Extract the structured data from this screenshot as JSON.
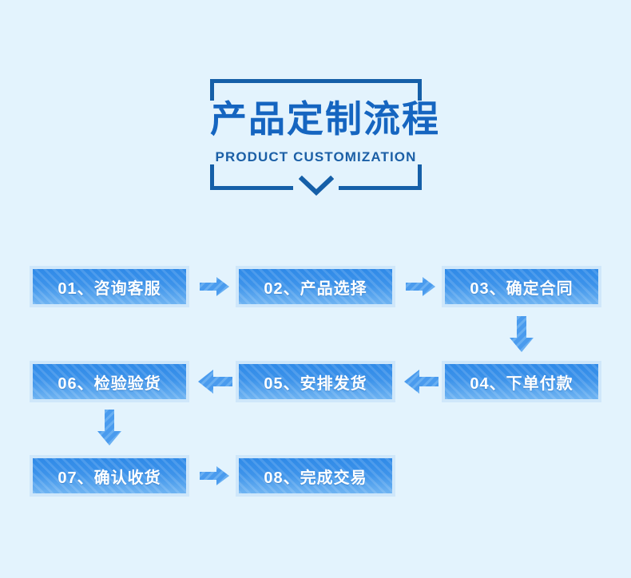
{
  "page": {
    "background_color": "#e3f3fd",
    "accent_dark": "#155fa8",
    "accent_blue": "#1565c0",
    "node_fill_top": "#2f8ae8",
    "node_fill_bottom": "#6fb4f2",
    "node_border": "#cfe7fa",
    "arrow_color": "#4a9bee"
  },
  "header": {
    "title": "产品定制流程",
    "subtitle": "PRODUCT CUSTOMIZATION",
    "chevron_icon": "chevron-down-icon",
    "frame_icon": "corner-bracket-frame"
  },
  "flow": {
    "rows": [
      {
        "direction": "left-to-right",
        "steps": [
          {
            "number": "01",
            "separator": "、",
            "name": "咨询客服",
            "label": "01、咨询客服"
          },
          {
            "number": "02",
            "separator": "、",
            "name": "产品选择",
            "label": "02、产品选择"
          },
          {
            "number": "03",
            "separator": "、",
            "name": "确定合同",
            "label": "03、确定合同"
          }
        ]
      },
      {
        "direction": "right-to-left",
        "steps": [
          {
            "number": "06",
            "separator": "、",
            "name": "检验验货",
            "label": "06、检验验货"
          },
          {
            "number": "05",
            "separator": "、",
            "name": "安排发货",
            "label": "05、安排发货"
          },
          {
            "number": "04",
            "separator": "、",
            "name": "下单付款",
            "label": "04、下单付款"
          }
        ]
      },
      {
        "direction": "left-to-right",
        "steps": [
          {
            "number": "07",
            "separator": "、",
            "name": "确认收货",
            "label": "07、确认收货"
          },
          {
            "number": "08",
            "separator": "、",
            "name": "完成交易",
            "label": "08、完成交易"
          }
        ]
      }
    ],
    "connectors": [
      {
        "id": "c1",
        "icon": "arrow-right-icon",
        "from": "01、咨询客服",
        "to": "02、产品选择"
      },
      {
        "id": "c2",
        "icon": "arrow-right-icon",
        "from": "02、产品选择",
        "to": "03、确定合同"
      },
      {
        "id": "c3",
        "icon": "arrow-down-icon",
        "from": "03、确定合同",
        "to": "04、下单付款"
      },
      {
        "id": "c4",
        "icon": "arrow-left-icon",
        "from": "04、下单付款",
        "to": "05、安排发货"
      },
      {
        "id": "c5",
        "icon": "arrow-left-icon",
        "from": "05、安排发货",
        "to": "06、检验验货"
      },
      {
        "id": "c6",
        "icon": "arrow-down-icon",
        "from": "06、检验验货",
        "to": "07、确认收货"
      },
      {
        "id": "c7",
        "icon": "arrow-right-icon",
        "from": "07、确认收货",
        "to": "08、完成交易"
      }
    ]
  }
}
